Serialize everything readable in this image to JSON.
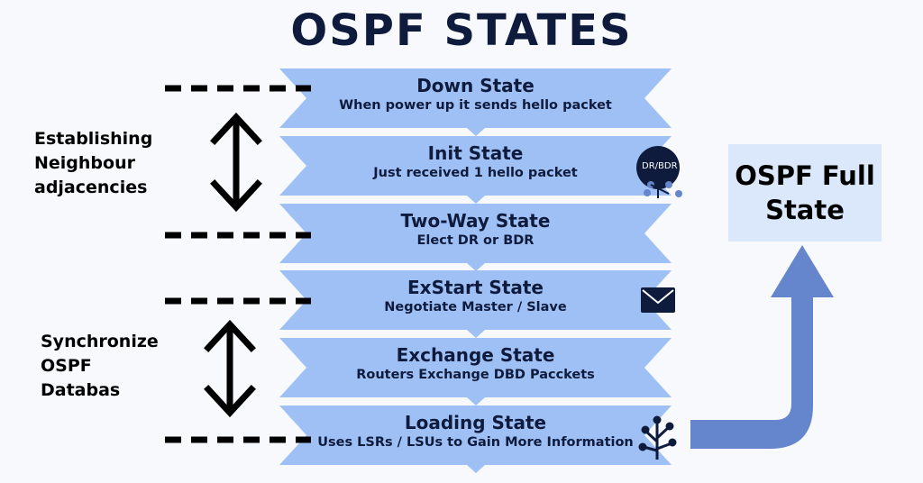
{
  "title": "OSPF STATES",
  "states": [
    {
      "name": "Down State",
      "desc": "When power up it sends  hello packet"
    },
    {
      "name": "Init State",
      "desc": "Just received 1 hello packet"
    },
    {
      "name": "Two-Way State",
      "desc": "Elect DR or BDR"
    },
    {
      "name": "ExStart State",
      "desc": "Negotiate Master / Slave"
    },
    {
      "name": "Exchange State",
      "desc": "Routers Exchange DBD Pacckets"
    },
    {
      "name": "Loading State",
      "desc": "Uses LSRs / LSUs to Gain More Information"
    }
  ],
  "groups": [
    {
      "label_lines": [
        "Establishing",
        "Neighbour",
        "adjacencies"
      ]
    },
    {
      "label_lines": [
        "Synchronize",
        "OSPF",
        "Databas"
      ]
    }
  ],
  "icons": {
    "dr_bdr_label": "DR/BDR"
  },
  "final_state": {
    "lines": [
      "OSPF Full",
      "State"
    ]
  },
  "colors": {
    "banner": "#9fc0f5",
    "dark": "#0f1b3d",
    "arrow": "#6585cc",
    "box": "#dbe7fa"
  }
}
